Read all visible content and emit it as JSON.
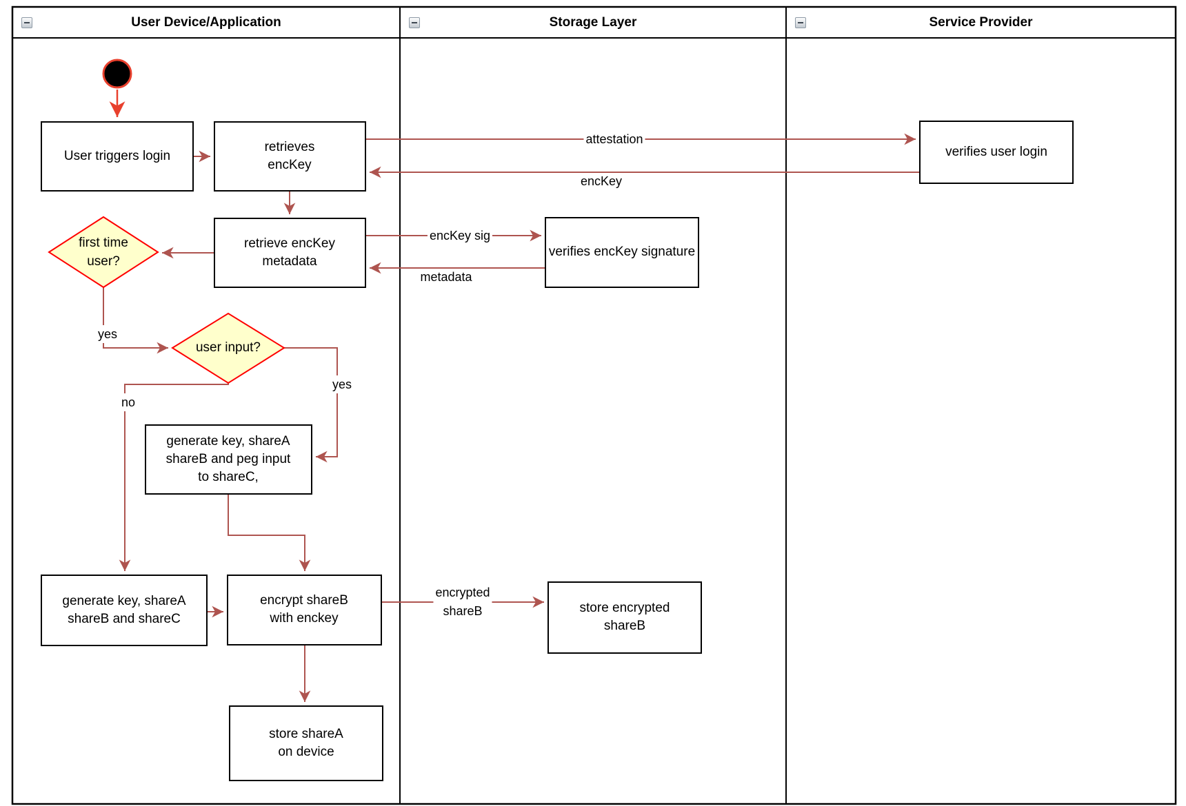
{
  "diagram": {
    "kind": "swimlane-flowchart"
  },
  "lanes": [
    {
      "title": "User Device/Application"
    },
    {
      "title": "Storage Layer"
    },
    {
      "title": "Service Provider"
    }
  ],
  "nodes": {
    "start": {
      "type": "initial-node"
    },
    "user_triggers_login": {
      "label": "User triggers login",
      "lane": "User Device/Application"
    },
    "retrieves_enckey": {
      "label": "retrieves\nencKey",
      "lane": "User Device/Application"
    },
    "verifies_user_login": {
      "label": "verifies user login",
      "lane": "Service Provider"
    },
    "retrieve_enckey_metadata": {
      "label": "retrieve encKey\nmetadata",
      "lane": "User Device/Application"
    },
    "verifies_enckey_signature": {
      "label": "verifies encKey signature",
      "lane": "Storage Layer"
    },
    "first_time_user": {
      "label": "first time\nuser?",
      "type": "decision",
      "lane": "User Device/Application"
    },
    "user_input": {
      "label": "user input?",
      "type": "decision",
      "lane": "User Device/Application"
    },
    "generate_key_peg": {
      "label": "generate key, shareA\nshareB and peg input\nto shareC,",
      "lane": "User Device/Application"
    },
    "generate_key_sharec": {
      "label": "generate key, shareA\nshareB and shareC",
      "lane": "User Device/Application"
    },
    "encrypt_shareb": {
      "label": "encrypt shareB\nwith enckey",
      "lane": "User Device/Application"
    },
    "store_encrypted_shareb": {
      "label": "store encrypted\nshareB",
      "lane": "Storage Layer"
    },
    "store_sharea": {
      "label": "store shareA\non device",
      "lane": "User Device/Application"
    }
  },
  "edges": {
    "start_to_login": {
      "from": "start",
      "to": "user_triggers_login",
      "label": ""
    },
    "login_to_retrieves": {
      "from": "user_triggers_login",
      "to": "retrieves_enckey",
      "label": ""
    },
    "attestation": {
      "from": "retrieves_enckey",
      "to": "verifies_user_login",
      "label": "attestation"
    },
    "enckey": {
      "from": "verifies_user_login",
      "to": "retrieves_enckey",
      "label": "encKey"
    },
    "retrieves_to_metadata": {
      "from": "retrieves_enckey",
      "to": "retrieve_enckey_metadata",
      "label": ""
    },
    "enckey_sig": {
      "from": "retrieve_enckey_metadata",
      "to": "verifies_enckey_signature",
      "label": "encKey sig"
    },
    "metadata": {
      "from": "verifies_enckey_signature",
      "to": "retrieve_enckey_metadata",
      "label": "metadata"
    },
    "metadata_to_firsttime": {
      "from": "retrieve_enckey_metadata",
      "to": "first_time_user",
      "label": ""
    },
    "yes_first_time": {
      "from": "first_time_user",
      "to": "user_input",
      "label": "yes"
    },
    "yes_user_input": {
      "from": "user_input",
      "to": "generate_key_peg",
      "label": "yes"
    },
    "no_user_input": {
      "from": "user_input",
      "to": "generate_key_sharec",
      "label": "no"
    },
    "peg_to_encrypt": {
      "from": "generate_key_peg",
      "to": "encrypt_shareb",
      "label": ""
    },
    "sharec_to_encrypt": {
      "from": "generate_key_sharec",
      "to": "encrypt_shareb",
      "label": ""
    },
    "encrypted_shareb": {
      "from": "encrypt_shareb",
      "to": "store_encrypted_shareb",
      "label": "encrypted\nshareB"
    },
    "encrypt_to_store_sharea": {
      "from": "encrypt_shareb",
      "to": "store_sharea",
      "label": ""
    }
  },
  "colors": {
    "box_border": "#000000",
    "box_fill": "#ffffff",
    "edge": "#ae544f",
    "start_edge": "#e8402d",
    "decision_fill": "#ffffcc",
    "decision_border": "#ff0000",
    "start_fill": "#000000",
    "text": "#000000"
  }
}
